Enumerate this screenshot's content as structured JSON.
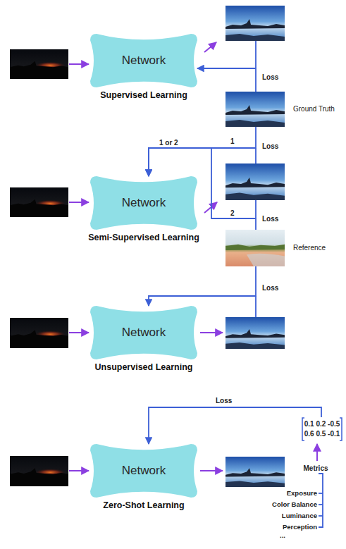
{
  "diagram": {
    "nodes": [
      {
        "text": [
          "Network",
          "Supervised Learning"
        ]
      },
      {
        "text": [
          "Ground Truth"
        ]
      },
      {
        "text": [
          "Network",
          "Semi-Supervised Learning"
        ]
      },
      {
        "text": [
          "Reference"
        ]
      },
      {
        "text": [
          "Network",
          "Unsupervised Learning"
        ]
      },
      {
        "text": [
          "0.1 0.2 -0.5",
          "0.6 0.5 -0.1"
        ]
      },
      {
        "text": [
          "Network",
          "Zero-Shot Learning"
        ]
      }
    ],
    "edges": [
      {
        "from": 1,
        "to": 0,
        "label": "Loss",
        "arrow": "to"
      },
      {
        "from": 1,
        "to": 2,
        "label": "Loss",
        "arrow": "to"
      },
      {
        "from": 3,
        "to": 2,
        "label": "Loss",
        "arrow": "to"
      },
      {
        "from": 3,
        "to": 4,
        "label": "Loss",
        "arrow": "to"
      },
      {
        "from": 5,
        "to": 6,
        "label": "Loss",
        "arrow": "to"
      }
    ],
    "labels": [
      "1",
      "1 or 2",
      "2",
      "Metrics",
      "Exposure",
      "Color Balance",
      "Luminance",
      "Perception",
      "..."
    ]
  }
}
